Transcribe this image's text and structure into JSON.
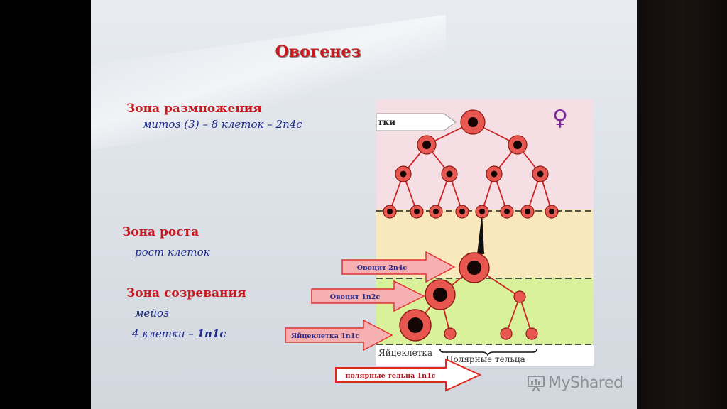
{
  "title": "Овогенез",
  "zones": {
    "reproduction": {
      "heading": "Зона размножения",
      "detail": "митоз (3) – 8 клеток – 2n4c"
    },
    "growth": {
      "heading": "Зона роста",
      "detail": "рост клеток"
    },
    "maturation": {
      "heading": "Зона созревания",
      "detail1": "мейоз",
      "detail2_prefix": "4 клетки – ",
      "detail2_formula": "1n1c"
    }
  },
  "diagram": {
    "top_label": "тки",
    "female_symbol": "♀",
    "bottom_label_egg": "Яйцеклетка",
    "bottom_label_polar": "Полярные тельца",
    "arrows": {
      "oocyte1": "Овоцит 2n4c",
      "oocyte2": "Овоцит 1n2c",
      "egg": "Яйцеклетка 1n1c",
      "polar": "полярные тельца 1n1c"
    },
    "colors": {
      "zone_pink": "#f6dfe4",
      "zone_yellow": "#f8e8bc",
      "zone_green": "#d9f19a",
      "cell_fill": "#e8574f",
      "cell_nucleus": "#150606"
    }
  },
  "watermark": {
    "text": "MyShared",
    "icon": "presentation-icon"
  }
}
